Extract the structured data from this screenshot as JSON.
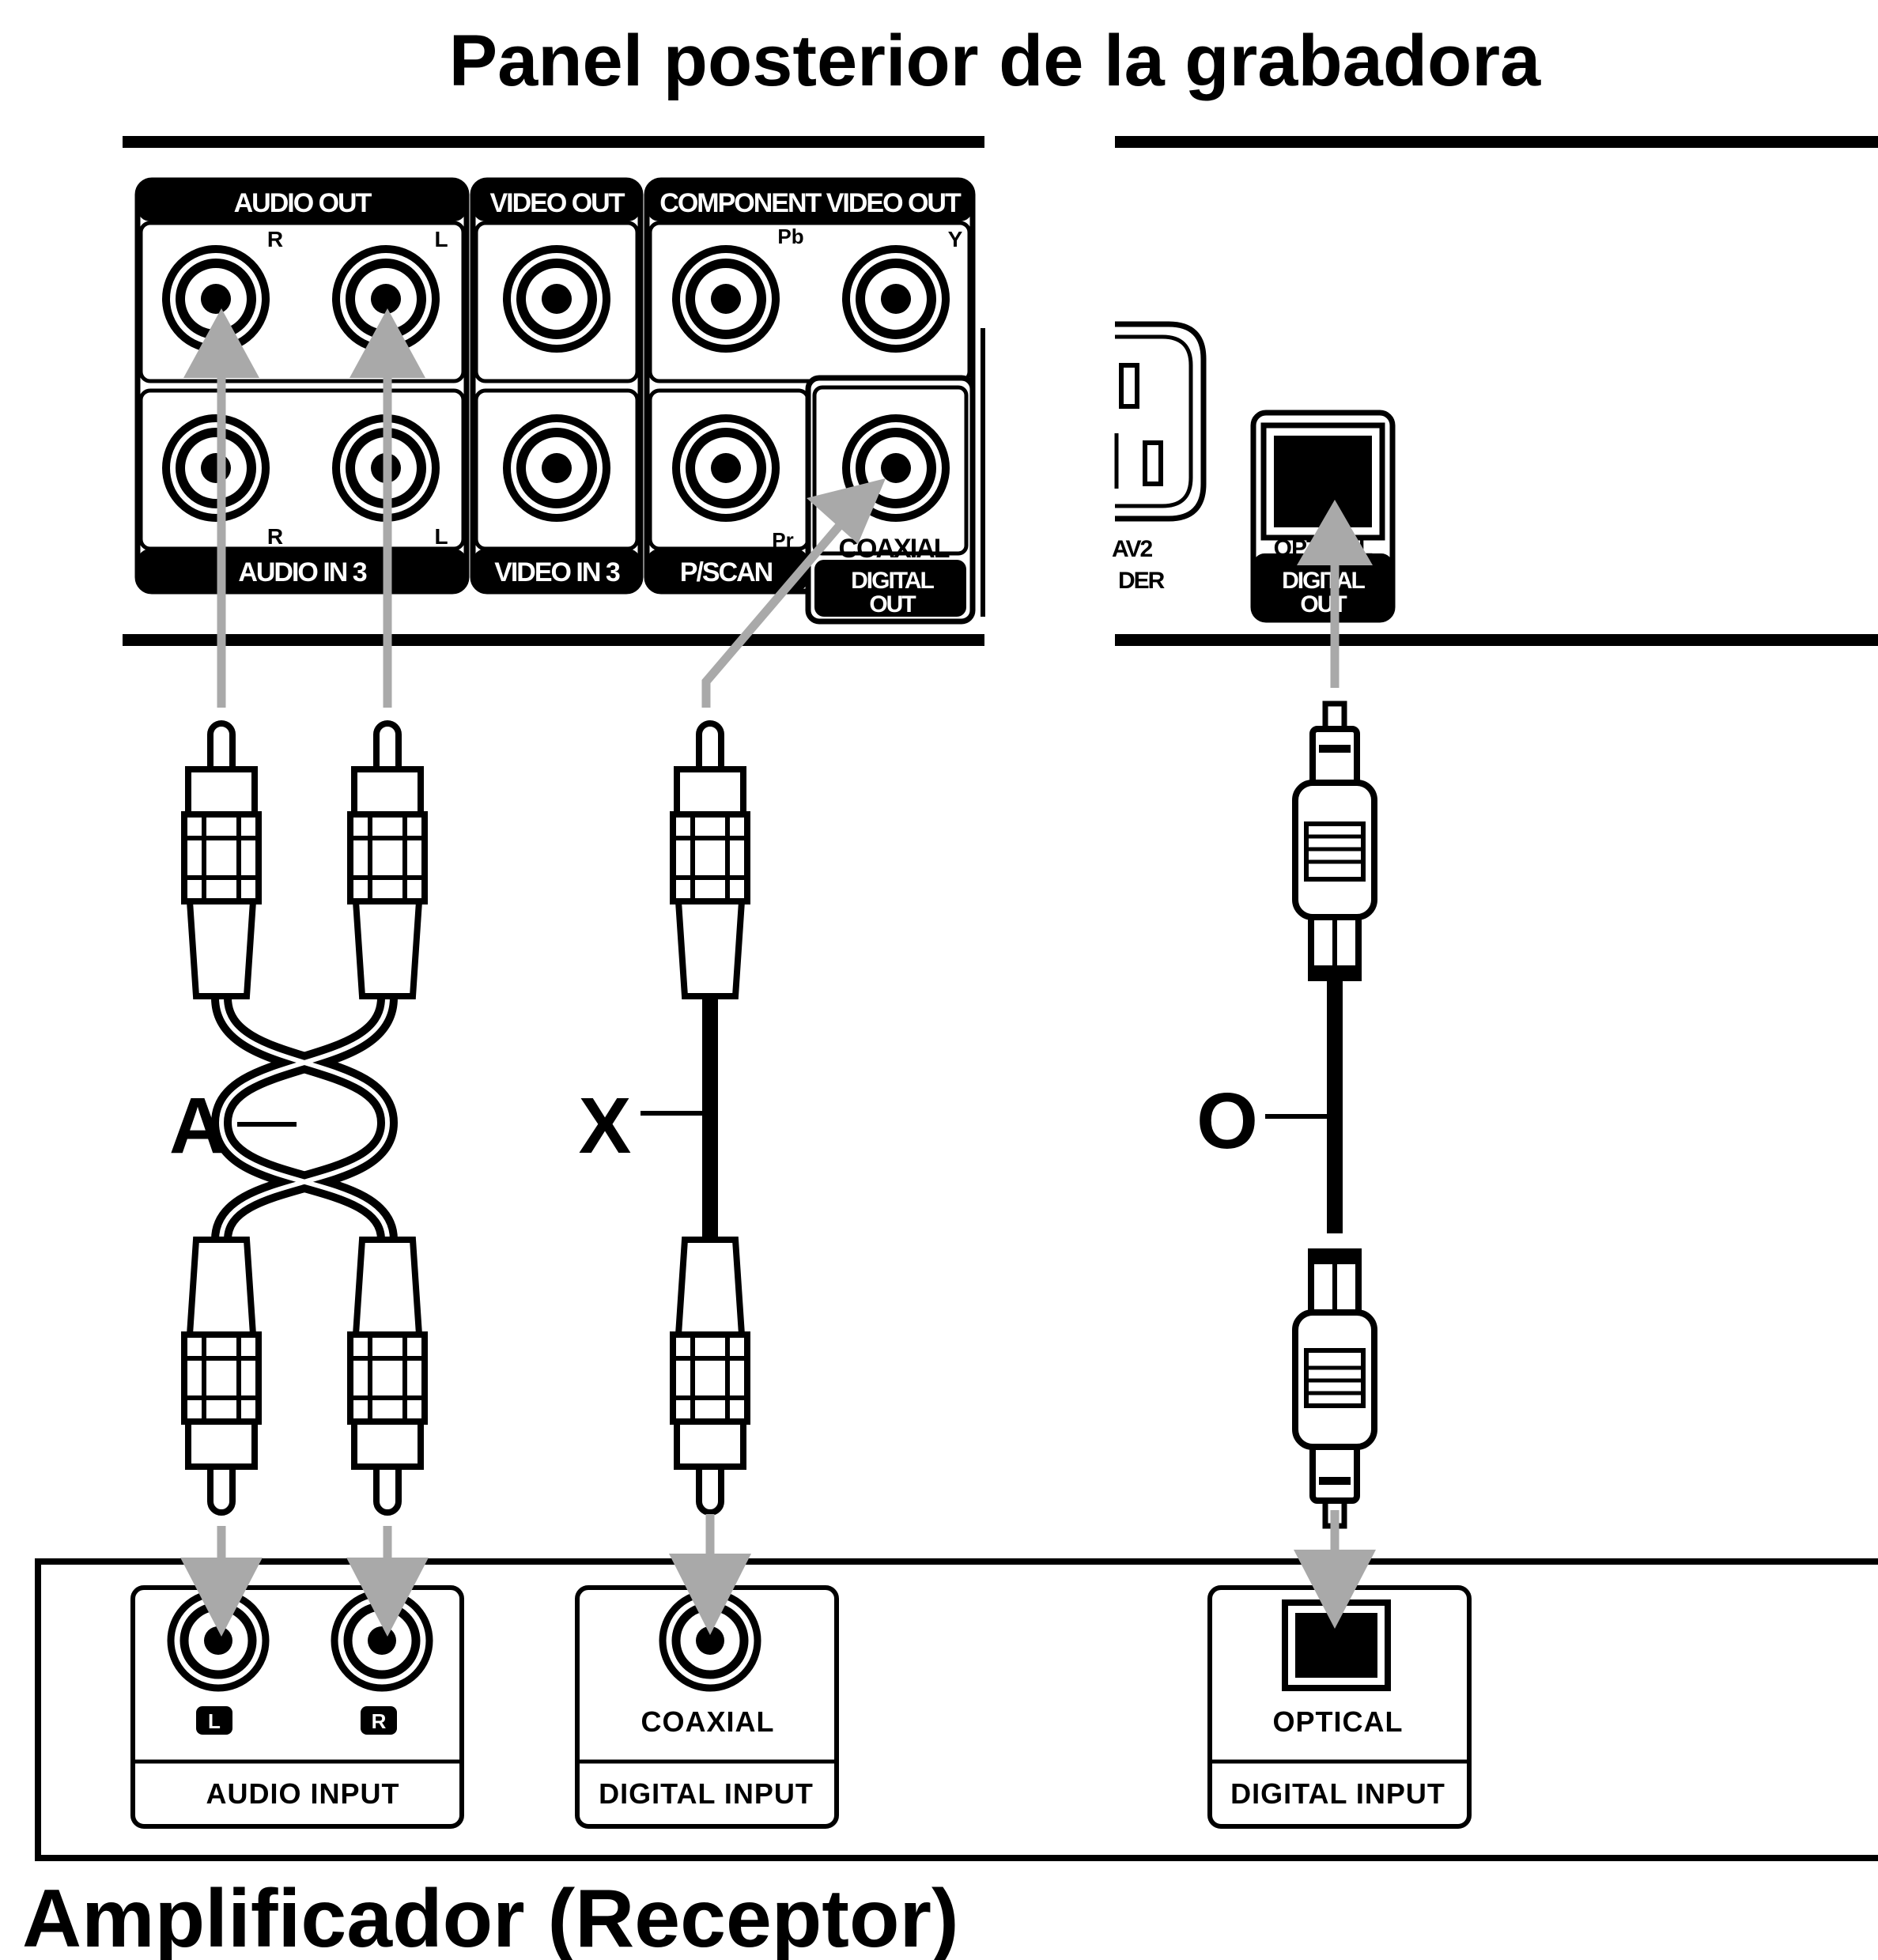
{
  "title": "Panel posterior de la grabadora",
  "recorder": {
    "audio_out": "AUDIO OUT",
    "video_out": "VIDEO OUT",
    "component_video_out": "COMPONENT VIDEO OUT",
    "audio_in_3": "AUDIO IN 3",
    "video_in_3": "VIDEO IN 3",
    "p_scan": "P/SCAN",
    "coaxial": "COAXIAL",
    "digital_out_1": "DIGITAL",
    "digital_out_2": "OUT",
    "optical": "OPTICAL",
    "optical_digital_1": "DIGITAL",
    "optical_digital_2": "OUT",
    "partial_av": "AV2",
    "partial_der": "DER",
    "r": "R",
    "l": "L",
    "pb": "Pb",
    "y": "Y",
    "pr": "Pr"
  },
  "cables": {
    "a": "A",
    "x": "X",
    "o": "O"
  },
  "amplifier": {
    "title": "Amplificador (Receptor)",
    "l": "L",
    "r": "R",
    "audio_input": "AUDIO INPUT",
    "coaxial": "COAXIAL",
    "optical": "OPTICAL",
    "digital_input": "DIGITAL INPUT"
  },
  "colors": {
    "ink": "#000000",
    "arrow": "#a9a9a9",
    "paper": "#ffffff"
  }
}
